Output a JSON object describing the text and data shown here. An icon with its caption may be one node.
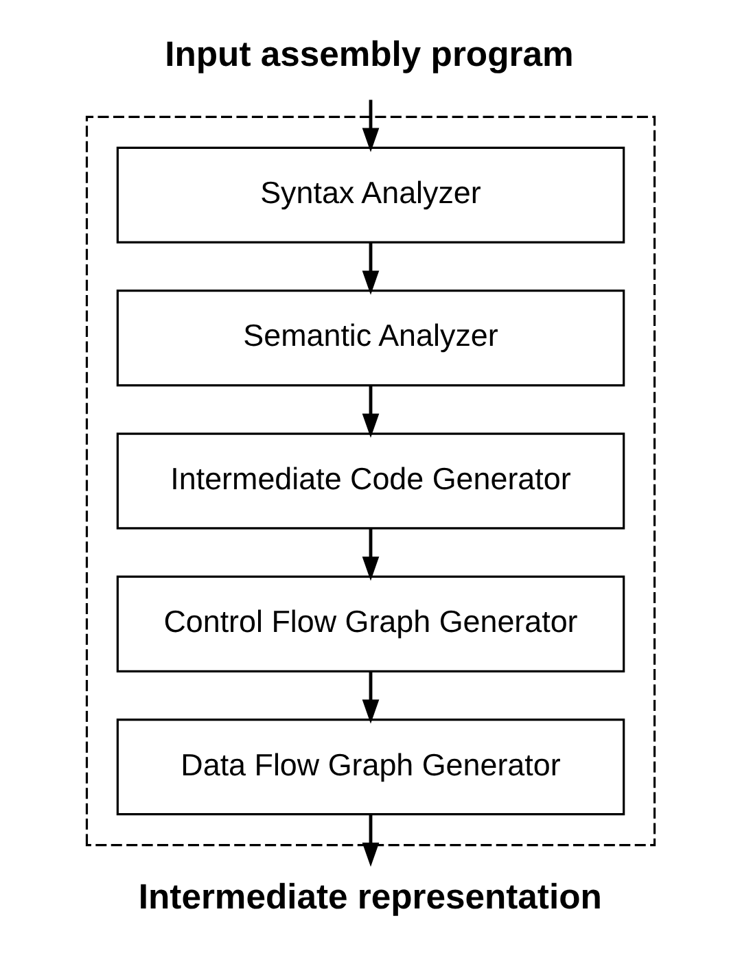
{
  "diagram": {
    "nodes": [
      {
        "text": [
          "Input assembly program"
        ]
      },
      {
        "text": [],
        "shape": "box"
      },
      {
        "text": [
          "Syntax Analyzer"
        ],
        "in": 1
      },
      {
        "text": [
          "Semantic Analyzer"
        ],
        "in": 1
      },
      {
        "text": [
          "Intermediate Code Generator"
        ],
        "in": 1
      },
      {
        "text": [
          "Control Flow Graph Generator"
        ],
        "in": 1
      },
      {
        "text": [
          "Data Flow Graph Generator"
        ],
        "in": 1
      },
      {
        "text": [
          "Intermediate representation"
        ]
      }
    ],
    "edges": [
      {
        "from": 0,
        "to": 2,
        "arrow": "to"
      },
      {
        "from": 2,
        "to": 3,
        "arrow": "to"
      },
      {
        "from": 3,
        "to": 4,
        "arrow": "to"
      },
      {
        "from": 4,
        "to": 5,
        "arrow": "to"
      },
      {
        "from": 5,
        "to": 6,
        "arrow": "to"
      },
      {
        "from": 6,
        "to": 7,
        "arrow": "to"
      }
    ]
  }
}
